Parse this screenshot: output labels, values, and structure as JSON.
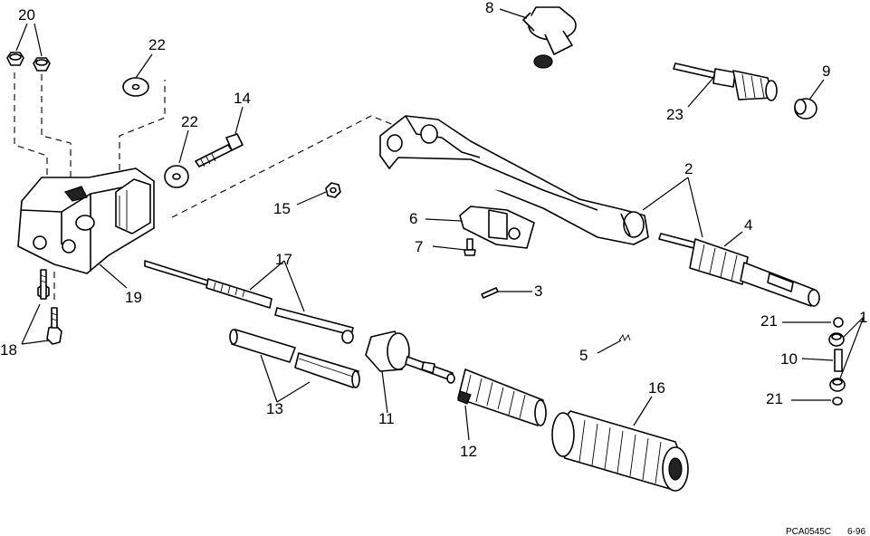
{
  "callouts": {
    "c1": "1",
    "c2": "2",
    "c3": "3",
    "c4": "4",
    "c5": "5",
    "c6": "6",
    "c7": "7",
    "c8": "8",
    "c9": "9",
    "c10": "10",
    "c11": "11",
    "c12": "12",
    "c13": "13",
    "c14": "14",
    "c15": "15",
    "c16": "16",
    "c17": "17",
    "c18": "18",
    "c19": "19",
    "c20": "20",
    "c21a": "21",
    "c21b": "21",
    "c22a": "22",
    "c22b": "22",
    "c23": "23"
  },
  "footer": {
    "code": "PCA0545C",
    "date": "6-96"
  }
}
